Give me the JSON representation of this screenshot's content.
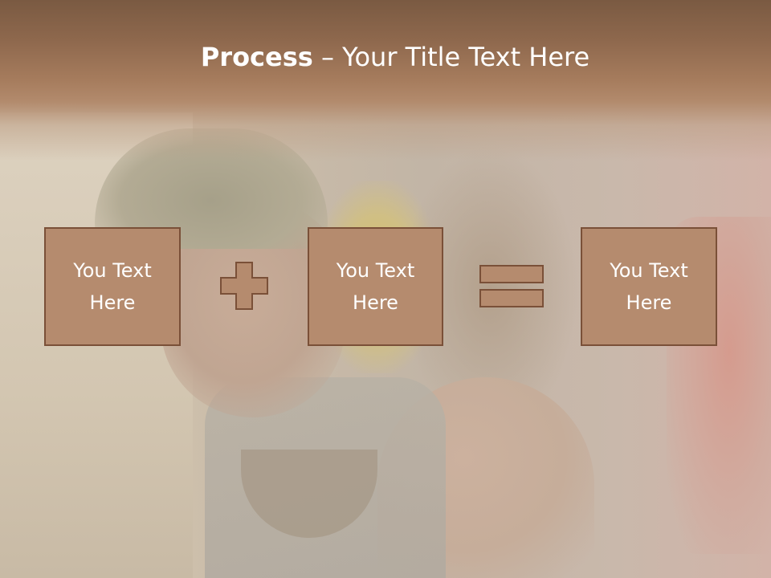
{
  "slide": {
    "title_bold": "Process",
    "title_rest": " – Your Title Text Here",
    "boxes": [
      {
        "label": "You Text Here"
      },
      {
        "label": "You Text Here"
      },
      {
        "label": "You Text Here"
      }
    ],
    "operators": [
      "plus-icon",
      "equals-icon"
    ],
    "colors": {
      "title_band": "#8e684d",
      "box_fill": "#b58b6e",
      "box_border": "#7a5038",
      "text": "#ffffff"
    }
  }
}
